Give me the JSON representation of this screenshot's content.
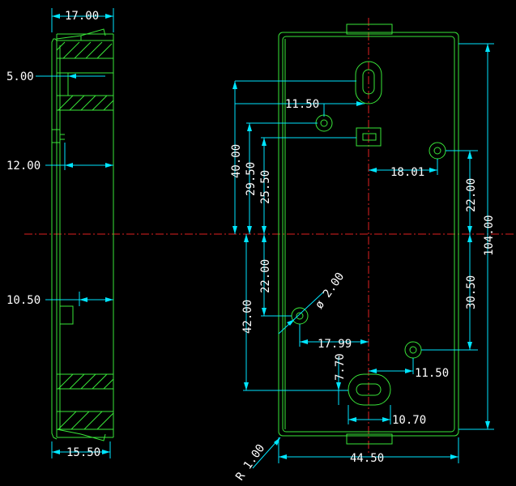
{
  "colors": {
    "background": "#000000",
    "outline": "#39e639",
    "dimension": "#00e5ff",
    "centerline": "#e02020",
    "text": "#ffffff"
  },
  "side_view": {
    "dim_width": "17.00",
    "dim_bottom": "15.50",
    "dim_5": "5.00",
    "dim_12": "12.00",
    "dim_10_50": "10.50"
  },
  "front_view": {
    "dim_11_50_top": "11.50",
    "dim_40": "40.00",
    "dim_29_50": "29.50",
    "dim_25_50": "25.50",
    "dim_18_01": "18.01",
    "dim_22_right": "22.00",
    "dim_104": "104.00",
    "dim_22_left": "22.00",
    "dim_42": "42.00",
    "dim_dia_2": "ø 2.00",
    "dim_17_99": "17.99",
    "dim_7_70": "7.70",
    "dim_30_50": "30.50",
    "dim_11_50_bottom": "11.50",
    "dim_10_70": "10.70",
    "dim_44_50": "44.50",
    "dim_radius": "R 1.00"
  }
}
